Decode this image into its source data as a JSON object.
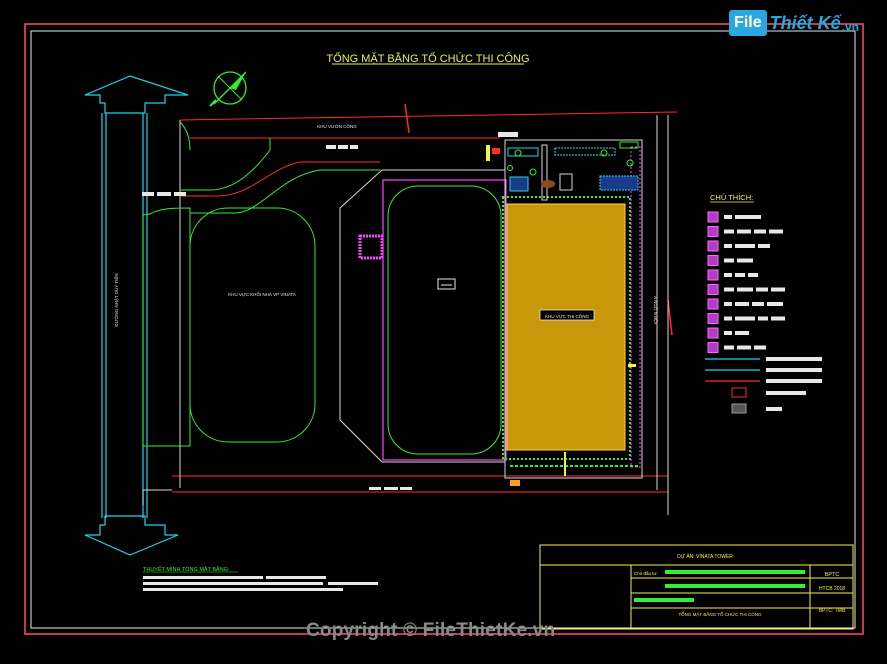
{
  "drawing_title": "TỔNG MẶT BẰNG TỔ CHỨC THI CÔNG",
  "labels": {
    "road_top": "KHU VƯỜN CÔNG",
    "road_left": "ĐƯỜNG NHẬT DUY TIẾN",
    "road_right": "A NGÕ N BỘI",
    "zone_left": "KHU VỰC KHỐI NHÀ VP VINATA",
    "zone_main": "KHU VỰC THI CÔNG",
    "legend_title": "CHÚ THÍCH:",
    "notes_title": "THUYẾT MINH TỔNG MẶT BẰNG:"
  },
  "title_block": {
    "project": "DỰ ÁN: VINATA TOWER",
    "drawing_name": "TỔNG MẶT BẰNG TỔ CHỨC THI CÔNG",
    "code": "BPTC",
    "date": "HTCB 2018",
    "sheet": "BPTC: TMB",
    "row_label": "Chủ đầu tư:"
  },
  "legend_count": 10,
  "colors": {
    "frame_outer": "#ff4d6d",
    "frame_inner": "#ffffff",
    "yellow": "#f2f24a",
    "green": "#33ee33",
    "cyan": "#22d3e8",
    "red": "#ff2a2a",
    "magenta": "#ff44ff",
    "site_fill": "#c9980a"
  },
  "watermark": {
    "logo_box": "File",
    "logo_word": "Thiết Kế",
    "logo_suffix": ".vn",
    "copyright": "Copyright © FileThietKe.vn"
  }
}
